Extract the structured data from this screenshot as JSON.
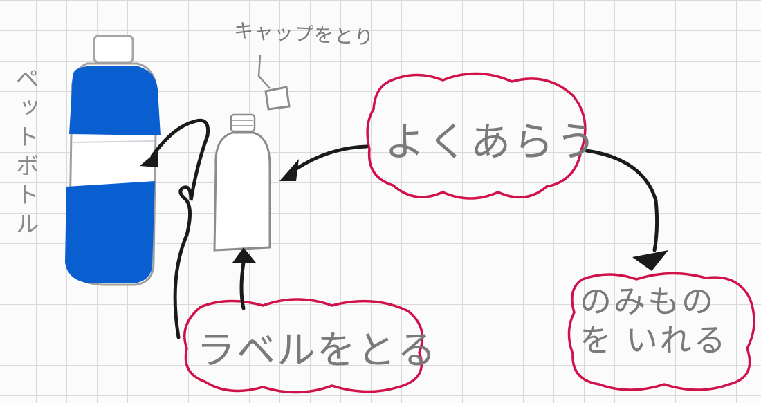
{
  "notes": {
    "cap": "キャップをとり",
    "bottle_word": "ペットボトル"
  },
  "steps": {
    "wash": "よくあらう",
    "remove_label": "ラベルをとる",
    "pour": "のみものを いれる"
  },
  "colors": {
    "bottle_label_blue": "#0a5fd0",
    "cloud_outline": "#d0124a",
    "arrow": "#1a1a1a",
    "pencil": "#9a9a9a"
  }
}
